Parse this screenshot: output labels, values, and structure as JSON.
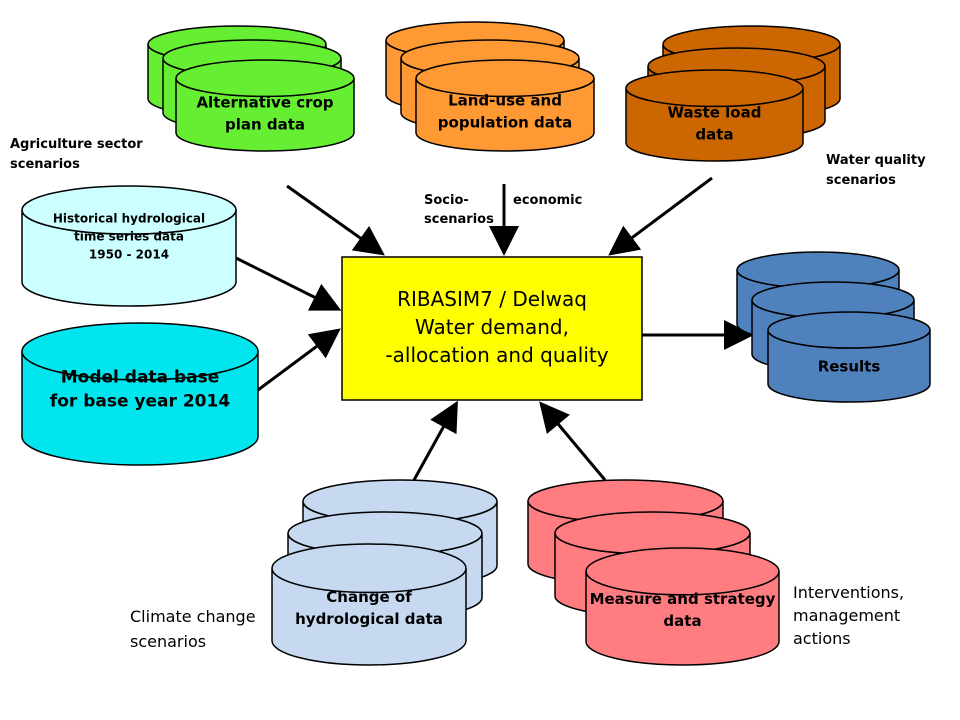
{
  "center": {
    "lines": [
      "RIBASIM7 / Delwaq",
      "Water demand,",
      "-allocation and quality"
    ],
    "fill": "#FFFF00"
  },
  "nodes": {
    "crop": {
      "lines": [
        "Alternative crop",
        "plan data"
      ],
      "fill": "#66EE33",
      "label": [
        "Agriculture sector",
        "scenarios"
      ]
    },
    "landuse": {
      "lines": [
        "Land-use and",
        "population data"
      ],
      "fill": "#FF9933"
    },
    "waste": {
      "lines": [
        "Waste load",
        "data"
      ],
      "fill": "#CC6600",
      "label": [
        "Water quality",
        "scenarios"
      ]
    },
    "historical": {
      "lines": [
        "Historical hydrological",
        "time series data",
        "1950 - 2014"
      ],
      "fill": "#CCFFFF"
    },
    "model": {
      "lines": [
        "Model data base",
        "for base year 2014"
      ],
      "fill": "#00E5EE"
    },
    "results": {
      "lines": [
        "Results"
      ],
      "fill": "#4F81BD"
    },
    "climate": {
      "lines": [
        "Change of",
        "hydrological data"
      ],
      "fill": "#C6D9F1",
      "label": [
        "Climate change",
        "scenarios"
      ]
    },
    "measure": {
      "lines": [
        "Measure and strategy",
        "data"
      ],
      "fill": "#FF7C80",
      "label": [
        "Interventions,",
        "management",
        "actions"
      ]
    }
  },
  "socio_label": {
    "left": [
      "Socio-",
      "scenarios"
    ],
    "right": "economic"
  },
  "colors": {
    "outline": "#000000",
    "arrow": "#000000",
    "background": "#FFFFFF"
  }
}
